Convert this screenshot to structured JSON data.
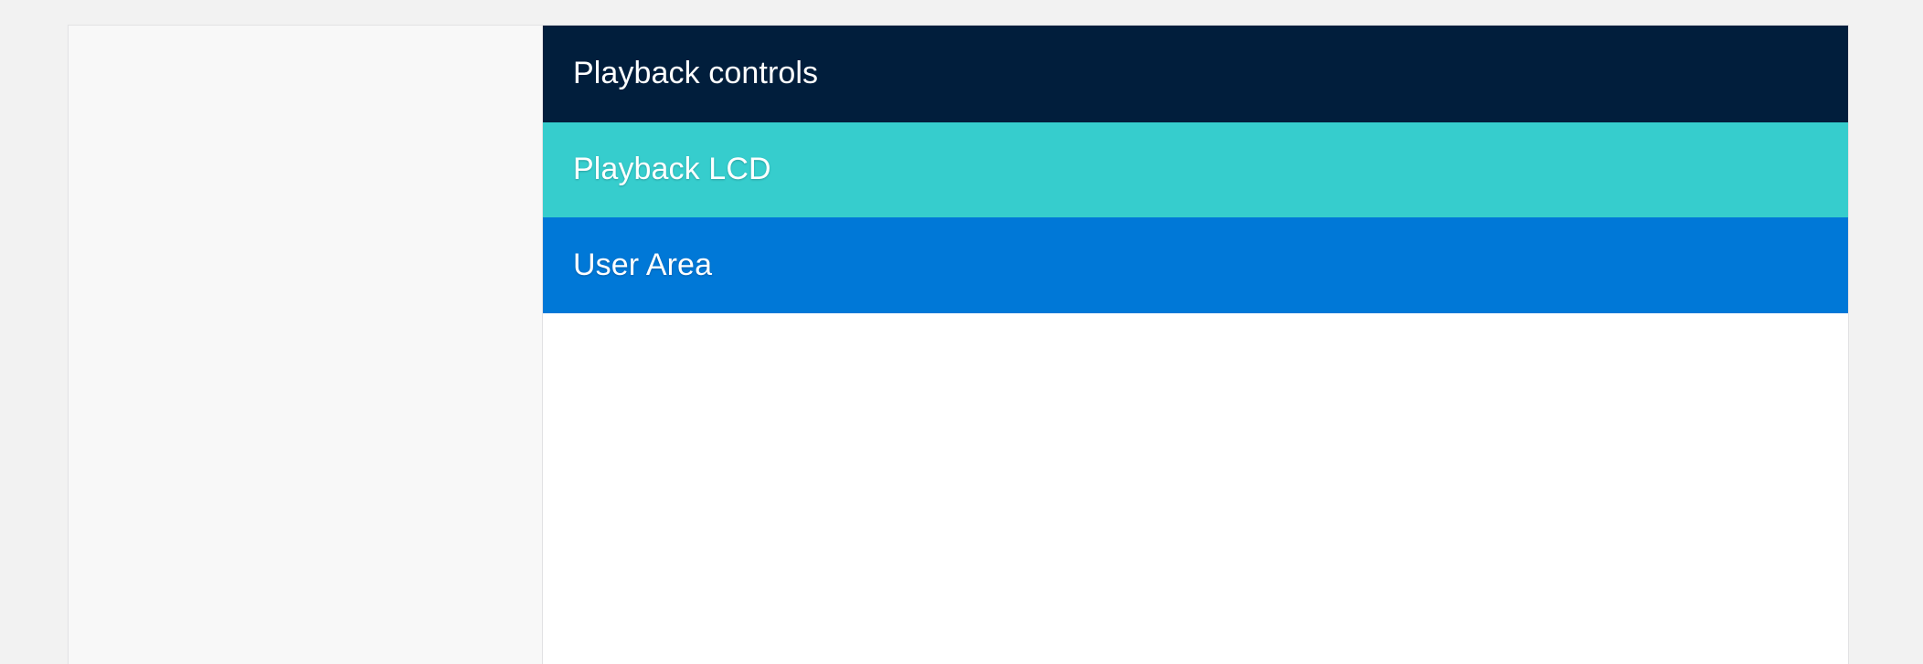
{
  "page": {
    "background_color": "#f2f2f2"
  },
  "card": {
    "background_color": "#ffffff",
    "border_color": "#e2e2e4"
  },
  "left_pane": {
    "name": "empty-left-pane",
    "background_color": "#f8f8f8",
    "content": ""
  },
  "regions": [
    {
      "id": "playback-controls",
      "label": "Playback controls",
      "color": "#011e3c",
      "text_color": "#ffffff"
    },
    {
      "id": "playback-lcd",
      "label": "Playback LCD",
      "color": "#36cdcd",
      "text_color": "#ffffff"
    },
    {
      "id": "user-area",
      "label": "User Area",
      "color": "#0078d7",
      "text_color": "#ffffff"
    }
  ],
  "empty_area": {
    "label": "",
    "background_color": "#ffffff"
  }
}
